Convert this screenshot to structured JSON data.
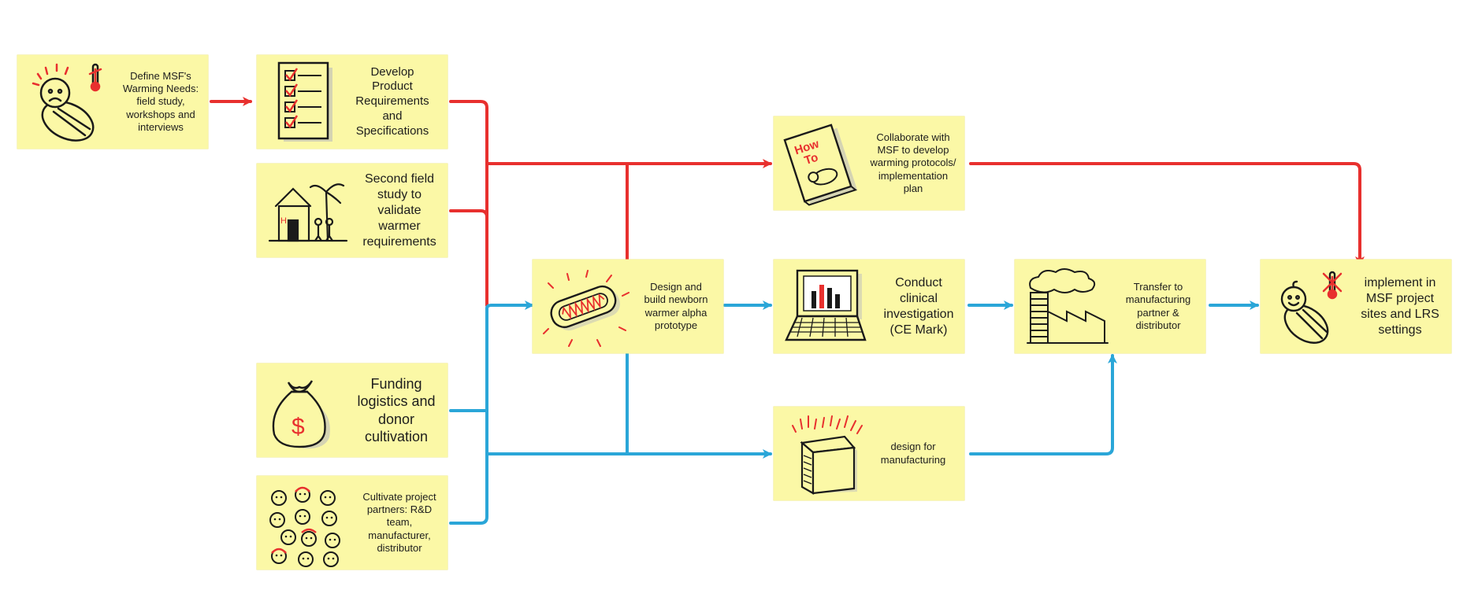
{
  "diagram": {
    "nodes": {
      "define_needs": {
        "label": "Define MSF's\nWarming Needs:\nfield study,\nworkshops and\ninterviews",
        "icon": "swaddled-baby-thermometer-icon"
      },
      "requirements": {
        "label": "Develop\nProduct\nRequirements\nand\nSpecifications",
        "icon": "checklist-icon"
      },
      "second_study": {
        "label": "Second field\nstudy to\nvalidate\nwarmer\nrequirements",
        "icon": "village-house-icon"
      },
      "funding": {
        "label": "Funding\nlogistics and\ndonor\ncultivation",
        "icon": "money-bag-icon"
      },
      "partners": {
        "label": "Cultivate project\npartners:  R&D\nteam,\nmanufacturer,\ndistributor",
        "icon": "people-faces-icon"
      },
      "prototype": {
        "label": "Design and\nbuild newborn\nwarmer alpha\nprototype",
        "icon": "warmer-tray-icon"
      },
      "protocols": {
        "label": "Collaborate with\nMSF to develop\nwarming protocols/\nimplementation\nplan",
        "icon": "how-to-book-icon"
      },
      "clinical": {
        "label": "Conduct\nclinical\ninvestigation\n(CE Mark)",
        "icon": "laptop-chart-icon"
      },
      "dfm": {
        "label": "design for\nmanufacturing",
        "icon": "product-box-icon"
      },
      "transfer": {
        "label": "Transfer to\nmanufacturing\npartner &\ndistributor",
        "icon": "factory-icon"
      },
      "implement": {
        "label": "implement in\nMSF project\nsites and LRS\nsettings",
        "icon": "happy-baby-thermometer-icon"
      }
    },
    "colors": {
      "red_flow": "#e8302e",
      "blue_flow": "#2aa6d8",
      "note": "#fbf8a6"
    }
  }
}
